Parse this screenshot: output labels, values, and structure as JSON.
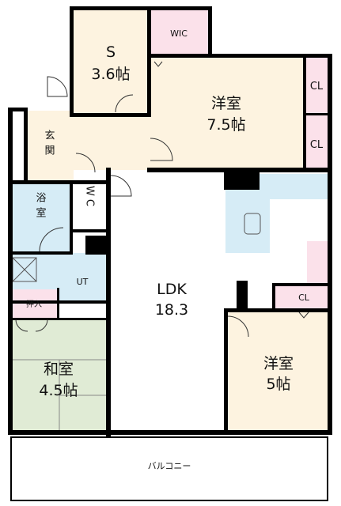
{
  "rooms": {
    "storage": {
      "name": "S",
      "size": "3.6帖"
    },
    "wic": {
      "name": "WIC"
    },
    "western1": {
      "name": "洋室",
      "size": "7.5帖"
    },
    "closet1": {
      "name": "CL"
    },
    "closet2": {
      "name": "CL"
    },
    "entrance": {
      "name": "玄関"
    },
    "bath": {
      "name": "浴室"
    },
    "wc": {
      "name": "WC"
    },
    "utility": {
      "name": "UT"
    },
    "oshiire": {
      "name": "押入"
    },
    "japanese": {
      "name": "和室",
      "size": "4.5帖"
    },
    "ldk": {
      "name": "LDK",
      "size": "18.3"
    },
    "closet3": {
      "name": "CL"
    },
    "western2": {
      "name": "洋室",
      "size": "5帖"
    },
    "balcony": {
      "name": "バルコニー"
    }
  },
  "colors": {
    "western": "#fdf3e0",
    "storage": "#fdf3e0",
    "closet": "#fbe1ea",
    "bath": "#d6ecf6",
    "kitchen": "#d6ecf6",
    "japanese": "#e0ebd5",
    "floor": "#ffffff",
    "wall": "#000000"
  }
}
